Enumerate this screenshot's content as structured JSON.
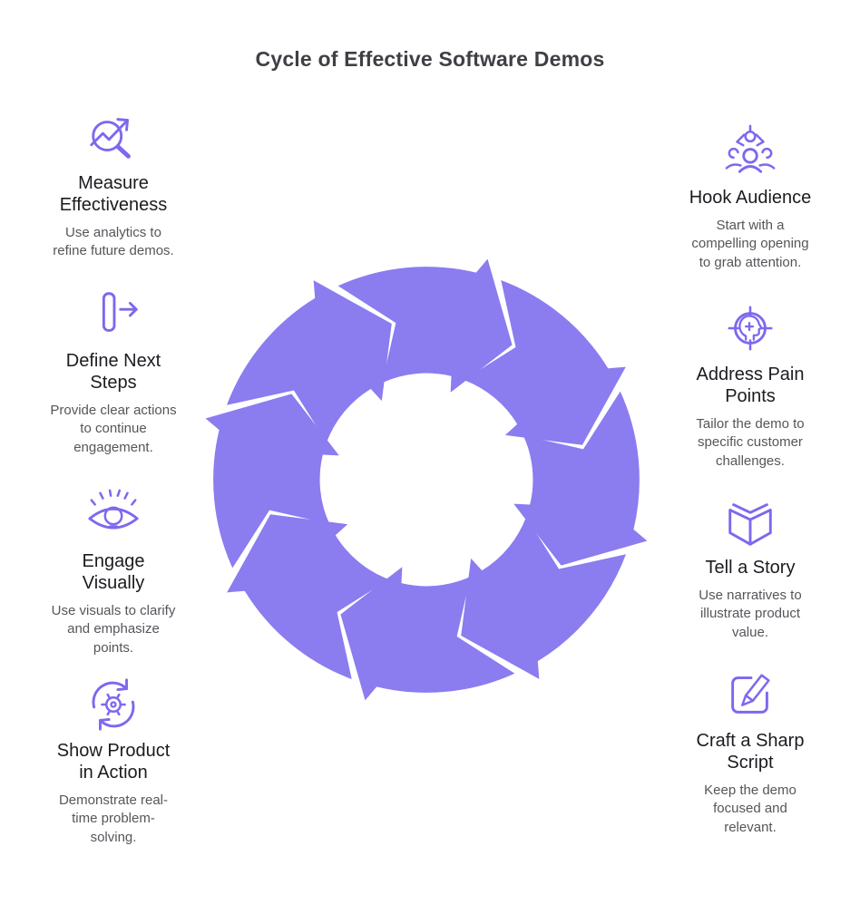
{
  "title": "Cycle of Effective Software Demos",
  "colors": {
    "ring": "#8b7cf0",
    "icon": "#7e68ee",
    "heading": "#3e4045",
    "steptitle": "#1b1c20",
    "stepdesc": "#55565b"
  },
  "cycle": {
    "direction": "clockwise",
    "segments": 8
  },
  "steps_left": [
    {
      "icon": "analytics-magnifier-icon",
      "title": "Measure\nEffectiveness",
      "description": "Use analytics to\nrefine future demos."
    },
    {
      "icon": "next-step-arrow-icon",
      "title": "Define Next\nSteps",
      "description": "Provide clear actions\nto continue\nengagement."
    },
    {
      "icon": "eye-lightbulb-icon",
      "title": "Engage\nVisually",
      "description": "Use visuals to clarify\nand emphasize\npoints."
    },
    {
      "icon": "gear-refresh-icon",
      "title": "Show Product\nin Action",
      "description": "Demonstrate real-\ntime problem-\nsolving."
    }
  ],
  "steps_right": [
    {
      "icon": "claw-audience-icon",
      "title": "Hook Audience",
      "description": "Start with a\ncompelling opening\nto grab attention."
    },
    {
      "icon": "target-head-icon",
      "title": "Address Pain\nPoints",
      "description": "Tailor the demo to\nspecific customer\nchallenges."
    },
    {
      "icon": "open-book-icon",
      "title": "Tell a Story",
      "description": "Use narratives to\nillustrate product\nvalue."
    },
    {
      "icon": "pencil-script-icon",
      "title": "Craft a Sharp\nScript",
      "description": "Keep the demo\nfocused and\nrelevant."
    }
  ]
}
